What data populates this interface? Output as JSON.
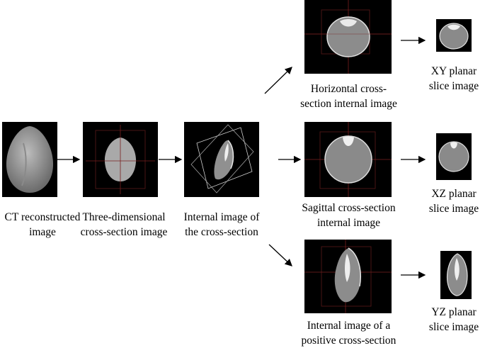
{
  "captions": {
    "ct": [
      "CT reconstructed",
      "image"
    ],
    "three_d": [
      "Three-dimensional",
      "cross-section image"
    ],
    "internal": [
      "Internal image of",
      "the cross-section"
    ],
    "horizontal": [
      "Horizontal cross-",
      "section internal image"
    ],
    "sagittal": [
      "Sagittal cross-section",
      "internal image"
    ],
    "positive": [
      "Internal image of a",
      "positive cross-section"
    ],
    "xy": [
      "XY planar",
      "slice image"
    ],
    "xz": [
      "XZ planar",
      "slice image"
    ],
    "yz": [
      "YZ planar",
      "slice image"
    ]
  },
  "colors": {
    "panel_bg": "#000000",
    "seed_gray": "#9a9a9a",
    "seed_light": "#d8d8d8",
    "guide_red": "#7a2020",
    "arrow": "#000000"
  }
}
